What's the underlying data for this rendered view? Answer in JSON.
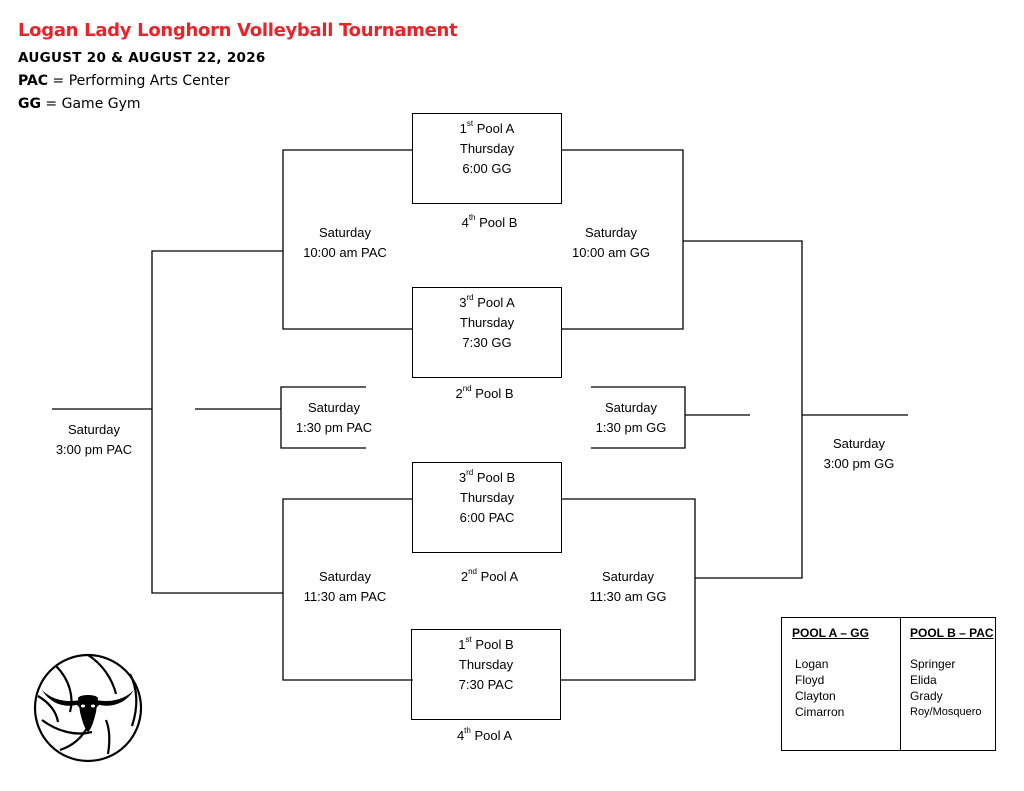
{
  "header": {
    "title": "Logan Lady Longhorn Volleyball Tournament",
    "dates": "AUGUST 20 & AUGUST 22, 2026",
    "legend": [
      {
        "abbr": "PAC",
        "sep": " = ",
        "meaning": "Performing Arts Center"
      },
      {
        "abbr": "GG",
        "sep": " = ",
        "meaning": "Game Gym"
      }
    ]
  },
  "bracket": {
    "seed1": {
      "rank": "1",
      "suffix": "st",
      "pool": " Pool A",
      "day": "Thursday",
      "time": "6:00 GG"
    },
    "seed2": {
      "rank": "3",
      "suffix": "rd",
      "pool": " Pool A",
      "day": "Thursday",
      "time": "7:30 GG"
    },
    "seed3": {
      "rank": "3",
      "suffix": "rd",
      "pool": " Pool B",
      "day": "Thursday",
      "time": "6:00 PAC"
    },
    "seed4": {
      "rank": "1",
      "suffix": "st",
      "pool": " Pool B",
      "day": "Thursday",
      "time": "7:30 PAC"
    },
    "mid_labels": {
      "top": {
        "rank": "4",
        "suffix": "th",
        "pool": " Pool B"
      },
      "middle": {
        "rank": "2",
        "suffix": "nd",
        "pool": " Pool B"
      },
      "lower": {
        "rank": "2",
        "suffix": "nd",
        "pool": " Pool A"
      },
      "bottom": {
        "rank": "4",
        "suffix": "th",
        "pool": " Pool A"
      }
    },
    "games": {
      "top_left": {
        "day": "Saturday",
        "time": "10:00 am PAC"
      },
      "top_right": {
        "day": "Saturday",
        "time": "10:00 am GG"
      },
      "mid_left": {
        "day": "Saturday",
        "time": "1:30 pm PAC"
      },
      "mid_right": {
        "day": "Saturday",
        "time": "1:30 pm GG"
      },
      "bottom_left": {
        "day": "Saturday",
        "time": "11:30 am PAC"
      },
      "bottom_right": {
        "day": "Saturday",
        "time": "11:30 am GG"
      },
      "final_left": {
        "day": "Saturday",
        "time": "3:00 pm PAC"
      },
      "final_right": {
        "day": "Saturday",
        "time": "3:00 pm GG"
      }
    }
  },
  "pools": {
    "a": {
      "heading": "POOL A – GG",
      "teams": [
        "Logan",
        "Floyd",
        "Clayton",
        "Cimarron"
      ]
    },
    "b": {
      "heading": "POOL B – PAC",
      "teams": [
        "Springer",
        "Elida",
        "Grady",
        "Roy/Mosquero"
      ]
    }
  },
  "logo": {
    "icon": "volleyball-longhorn-icon"
  }
}
